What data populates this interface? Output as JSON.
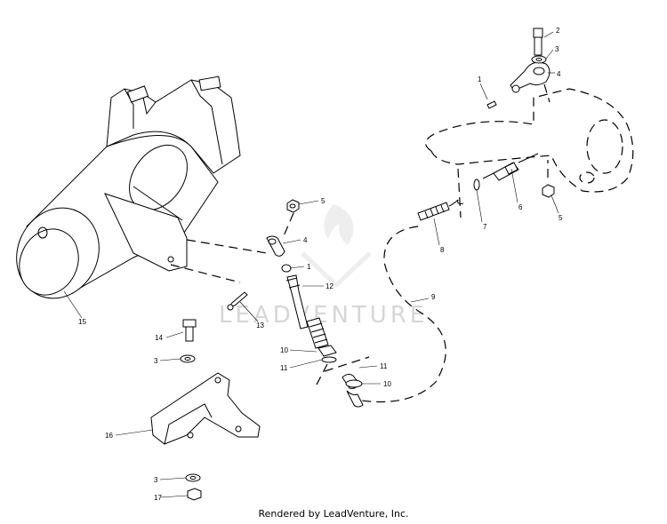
{
  "watermark": {
    "text": "LEADVENTURE"
  },
  "footer": {
    "text": "Rendered by LeadVenture, Inc."
  },
  "callouts": [
    {
      "id": "c2-top",
      "label": "2"
    },
    {
      "id": "c3-top",
      "label": "3"
    },
    {
      "id": "c4-top",
      "label": "4"
    },
    {
      "id": "c1-top",
      "label": "1"
    },
    {
      "id": "c6",
      "label": "6"
    },
    {
      "id": "c5-right",
      "label": "5"
    },
    {
      "id": "c7",
      "label": "7"
    },
    {
      "id": "c8",
      "label": "8"
    },
    {
      "id": "c9",
      "label": "9"
    },
    {
      "id": "c5-mid",
      "label": "5"
    },
    {
      "id": "c4-mid",
      "label": "4"
    },
    {
      "id": "c1-mid",
      "label": "1"
    },
    {
      "id": "c12",
      "label": "12"
    },
    {
      "id": "c13",
      "label": "13"
    },
    {
      "id": "c15",
      "label": "15"
    },
    {
      "id": "c14",
      "label": "14"
    },
    {
      "id": "c3-left",
      "label": "3"
    },
    {
      "id": "c10-left",
      "label": "10"
    },
    {
      "id": "c11-left",
      "label": "11"
    },
    {
      "id": "c11-right",
      "label": "11"
    },
    {
      "id": "c10-right",
      "label": "10"
    },
    {
      "id": "c16",
      "label": "16"
    },
    {
      "id": "c3-bottom",
      "label": "3"
    },
    {
      "id": "c17",
      "label": "17"
    }
  ]
}
